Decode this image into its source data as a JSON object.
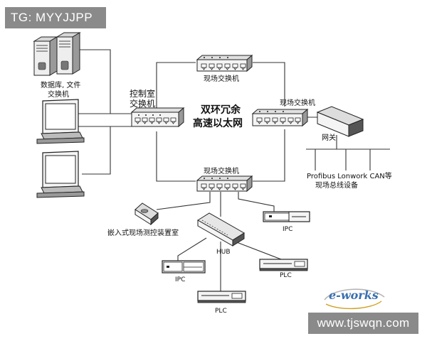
{
  "watermark_top": "TG: MYYJJPP",
  "watermark_bottom": "www.tjswqn.com",
  "logo_text": "e-works",
  "center_label_line1": "双环冗余",
  "center_label_line2": "高速以太网",
  "labels": {
    "db_server": "数据库, 文件",
    "db_server_2": "交换机",
    "control_room_1": "控制室",
    "control_room_2": "交换机",
    "field_switch_top": "现场交换机",
    "field_switch_right": "现场交换机",
    "field_switch_bottom": "现场交换机",
    "gateway": "网关",
    "fieldbus_protocols": "Profibus Lonwork CAN等",
    "fieldbus_devices": "现场总线设备",
    "embedded_device": "嵌入式现场测控装置室",
    "hub": "HUB",
    "ipc_right": "IPC",
    "ipc_left": "IPC",
    "plc_right": "PLC",
    "plc_bottom": "PLC"
  }
}
